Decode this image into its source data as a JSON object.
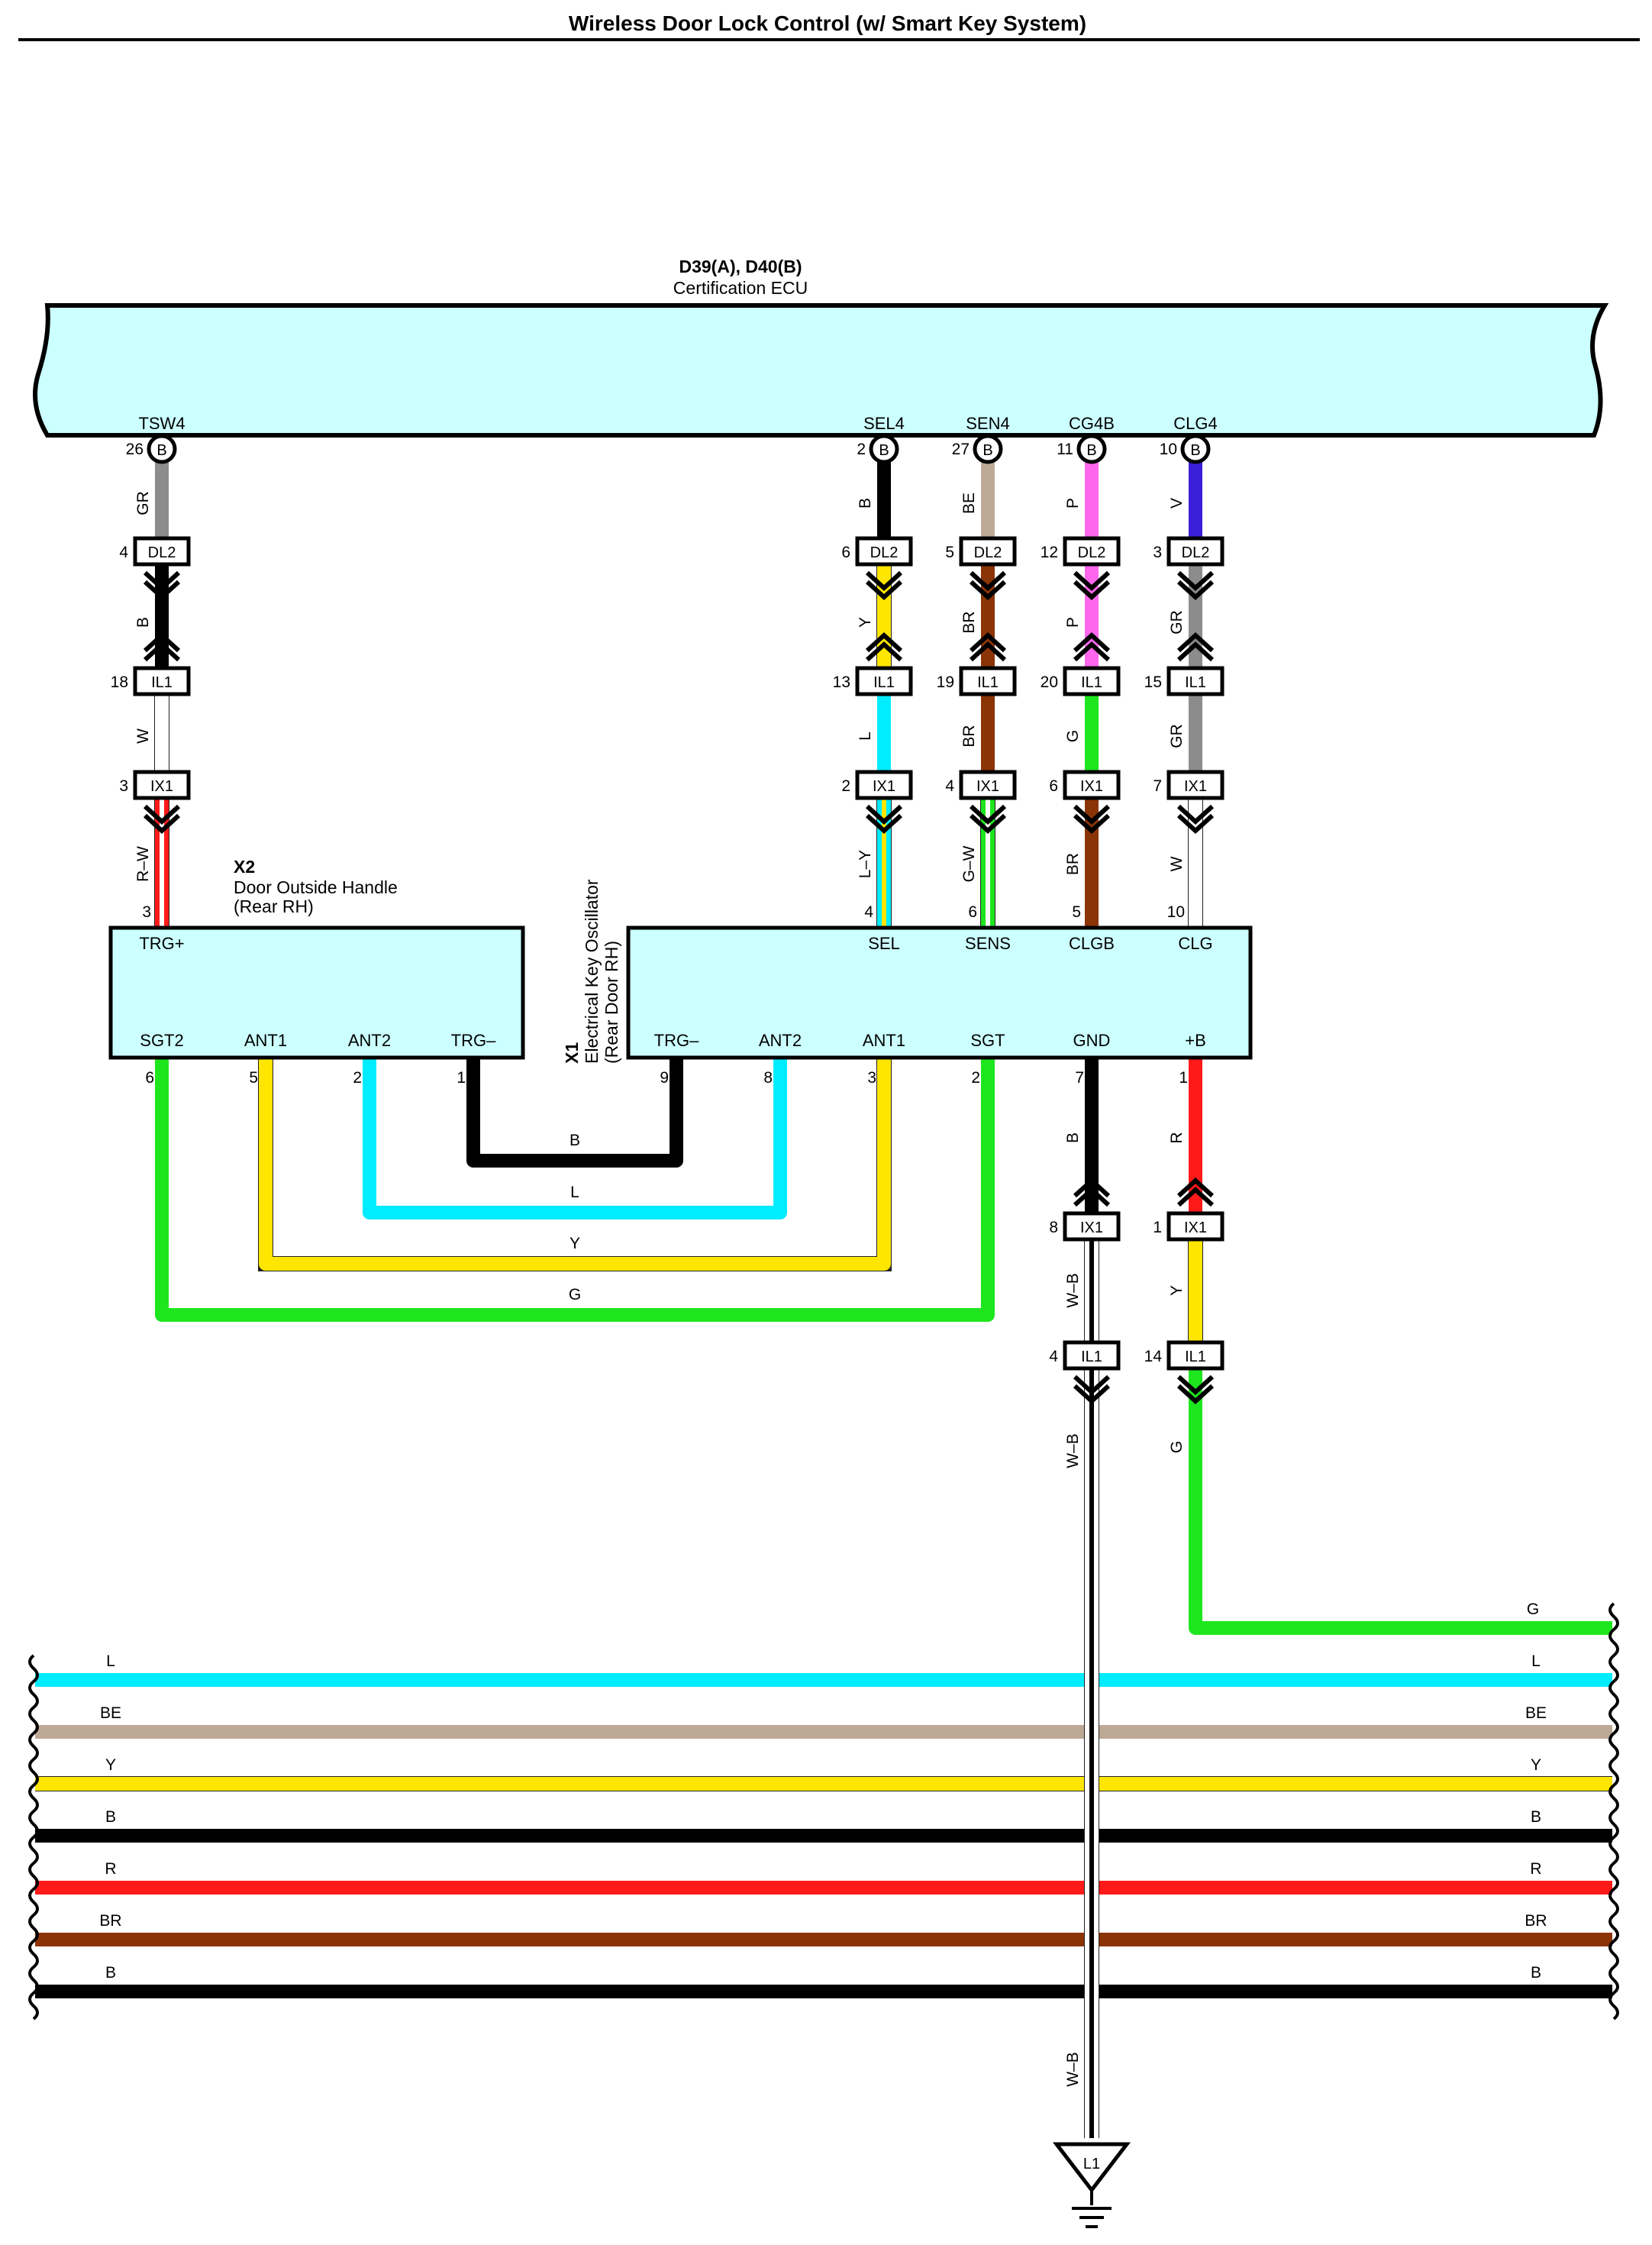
{
  "title": "Wireless Door Lock Control (w/ Smart Key System)",
  "ecu": {
    "connector": "D39(A), D40(B)",
    "name": "Certification ECU"
  },
  "x2": {
    "id": "X2",
    "name_line1": "Door Outside Handle",
    "name_line2": "(Rear RH)"
  },
  "x1": {
    "id": "X1",
    "name_line1": "Electrical Key Oscillator",
    "name_line2": "(Rear Door RH)"
  },
  "ground": {
    "label": "L1"
  },
  "colors": {
    "GR": "#8c8c8c",
    "B": "#000000",
    "W": "#ffffff",
    "R": "#ff1a1a",
    "Y": "#ffe600",
    "L": "#00ecff",
    "BE": "#bda996",
    "BR": "#8b3406",
    "P": "#ff66ee",
    "G": "#1ee61e",
    "V": "#3a1ed8"
  },
  "columns": [
    {
      "id": "tsw4",
      "ecu_pin": "TSW4",
      "ecu_no": "26",
      "ecu_conn": "B",
      "w1": "GR",
      "c1": "DL2",
      "n1": "4",
      "w2": "B",
      "c2": "IL1",
      "n2": "18",
      "w3": "W",
      "c3": "IX1",
      "n3": "3",
      "w4": "R–W",
      "dev_no": "3",
      "dev_pin": "TRG+"
    },
    {
      "id": "sel4",
      "ecu_pin": "SEL4",
      "ecu_no": "2",
      "ecu_conn": "B",
      "w1": "B",
      "c1": "DL2",
      "n1": "6",
      "w2": "Y",
      "c2": "IL1",
      "n2": "13",
      "w3": "L",
      "c3": "IX1",
      "n3": "2",
      "w4": "L–Y",
      "dev_no": "4",
      "dev_pin": "SEL"
    },
    {
      "id": "sen4",
      "ecu_pin": "SEN4",
      "ecu_no": "27",
      "ecu_conn": "B",
      "w1": "BE",
      "c1": "DL2",
      "n1": "5",
      "w2": "BR",
      "c2": "IL1",
      "n2": "19",
      "w3": "BR",
      "c3": "IX1",
      "n3": "4",
      "w4": "G–W",
      "dev_no": "6",
      "dev_pin": "SENS"
    },
    {
      "id": "cg4b",
      "ecu_pin": "CG4B",
      "ecu_no": "11",
      "ecu_conn": "B",
      "w1": "P",
      "c1": "DL2",
      "n1": "12",
      "w2": "P",
      "c2": "IL1",
      "n2": "20",
      "w3": "G",
      "c3": "IX1",
      "n3": "6",
      "w4": "BR",
      "dev_no": "5",
      "dev_pin": "CLGB"
    },
    {
      "id": "clg4",
      "ecu_pin": "CLG4",
      "ecu_no": "10",
      "ecu_conn": "B",
      "w1": "V",
      "c1": "DL2",
      "n1": "3",
      "w2": "GR",
      "c2": "IL1",
      "n2": "15",
      "w3": "GR",
      "c3": "IX1",
      "n3": "7",
      "w4": "W",
      "dev_no": "10",
      "dev_pin": "CLG"
    }
  ],
  "x2_bottom_pins": [
    {
      "id": "sgt2",
      "pin": "SGT2",
      "no": "6"
    },
    {
      "id": "ant1",
      "pin": "ANT1",
      "no": "5"
    },
    {
      "id": "ant2",
      "pin": "ANT2",
      "no": "2"
    },
    {
      "id": "trg",
      "pin": "TRG–",
      "no": "1"
    }
  ],
  "x1_bottom_pins": [
    {
      "id": "trg",
      "pin": "TRG–",
      "no": "9"
    },
    {
      "id": "ant2",
      "pin": "ANT2",
      "no": "8"
    },
    {
      "id": "ant1",
      "pin": "ANT1",
      "no": "3"
    },
    {
      "id": "sgt",
      "pin": "SGT",
      "no": "2"
    },
    {
      "id": "gnd",
      "pin": "GND",
      "no": "7"
    },
    {
      "id": "b",
      "pin": "+B",
      "no": "1"
    }
  ],
  "u_loops": [
    {
      "id": "trg",
      "color": "B"
    },
    {
      "id": "ant2",
      "color": "L"
    },
    {
      "id": "ant1",
      "color": "Y"
    },
    {
      "id": "sgt",
      "color": "G"
    }
  ],
  "gnd_run": {
    "w1": "B",
    "c1": "IX1",
    "n1": "8",
    "w2": "W–B",
    "c2": "IL1",
    "n2": "4",
    "w3": "W–B",
    "w4": "W–B"
  },
  "pwr_run": {
    "w1": "R",
    "c1": "IX1",
    "n1": "1",
    "w2": "Y",
    "c2": "IL1",
    "n2": "14",
    "w3": "G",
    "w4": "G"
  },
  "bus_wires": [
    {
      "id": "l",
      "color": "L"
    },
    {
      "id": "be",
      "color": "BE"
    },
    {
      "id": "y",
      "color": "Y"
    },
    {
      "id": "b1",
      "color": "B"
    },
    {
      "id": "r",
      "color": "R"
    },
    {
      "id": "br",
      "color": "BR"
    },
    {
      "id": "b2",
      "color": "B"
    }
  ]
}
